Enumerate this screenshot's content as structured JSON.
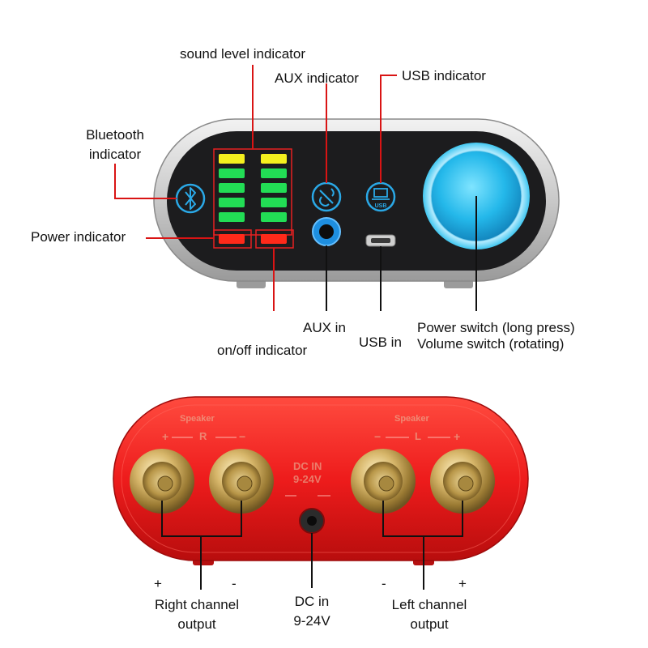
{
  "front_labels": {
    "sound_level": "sound level indicator",
    "aux_indicator": "AUX indicator",
    "usb_indicator": "USB indicator",
    "bluetooth_line1": "Bluetooth",
    "bluetooth_line2": "indicator",
    "power_indicator": "Power indicator",
    "aux_in": "AUX in",
    "usb_in": "USB in",
    "power_switch": "Power switch (long press)",
    "volume_switch": "Volume switch (rotating)",
    "onoff_indicator": "on/off indicator"
  },
  "device_icons": {
    "bluetooth": "bluetooth-icon",
    "aux": "aux-plug-icon",
    "usb": "usb-computer-icon",
    "usb_text": "USB"
  },
  "level_meter": {
    "rows": 5,
    "columns": 2,
    "colors": [
      "#f5f01e",
      "#22dd55",
      "#22dd55",
      "#22dd55",
      "#22dd55"
    ],
    "status_color": "#ff2a1a"
  },
  "back_panel": {
    "speaker_left_label": "Speaker",
    "speaker_right_label": "Speaker",
    "r_channel_marks": {
      "plus": "+",
      "letter": "R",
      "minus": "−"
    },
    "l_channel_marks": {
      "minus": "−",
      "letter": "L",
      "plus": "+"
    },
    "dc_line1": "DC IN",
    "dc_line2": "9-24V"
  },
  "back_labels": {
    "right_plus": "+",
    "right_minus": "-",
    "left_minus": "-",
    "left_plus": "+",
    "right_line1": "Right channel",
    "right_line2": "output",
    "dc_line1": "DC in",
    "dc_line2": "9-24V",
    "left_line1": "Left channel",
    "left_line2": "output"
  },
  "colors": {
    "leader_red": "#d91414",
    "leader_black": "#111111",
    "knob_blue": "#2ac3ee",
    "panel_black": "#1c1c1e",
    "body_red": "#ee1c1c",
    "brass": "#c9a75a"
  }
}
